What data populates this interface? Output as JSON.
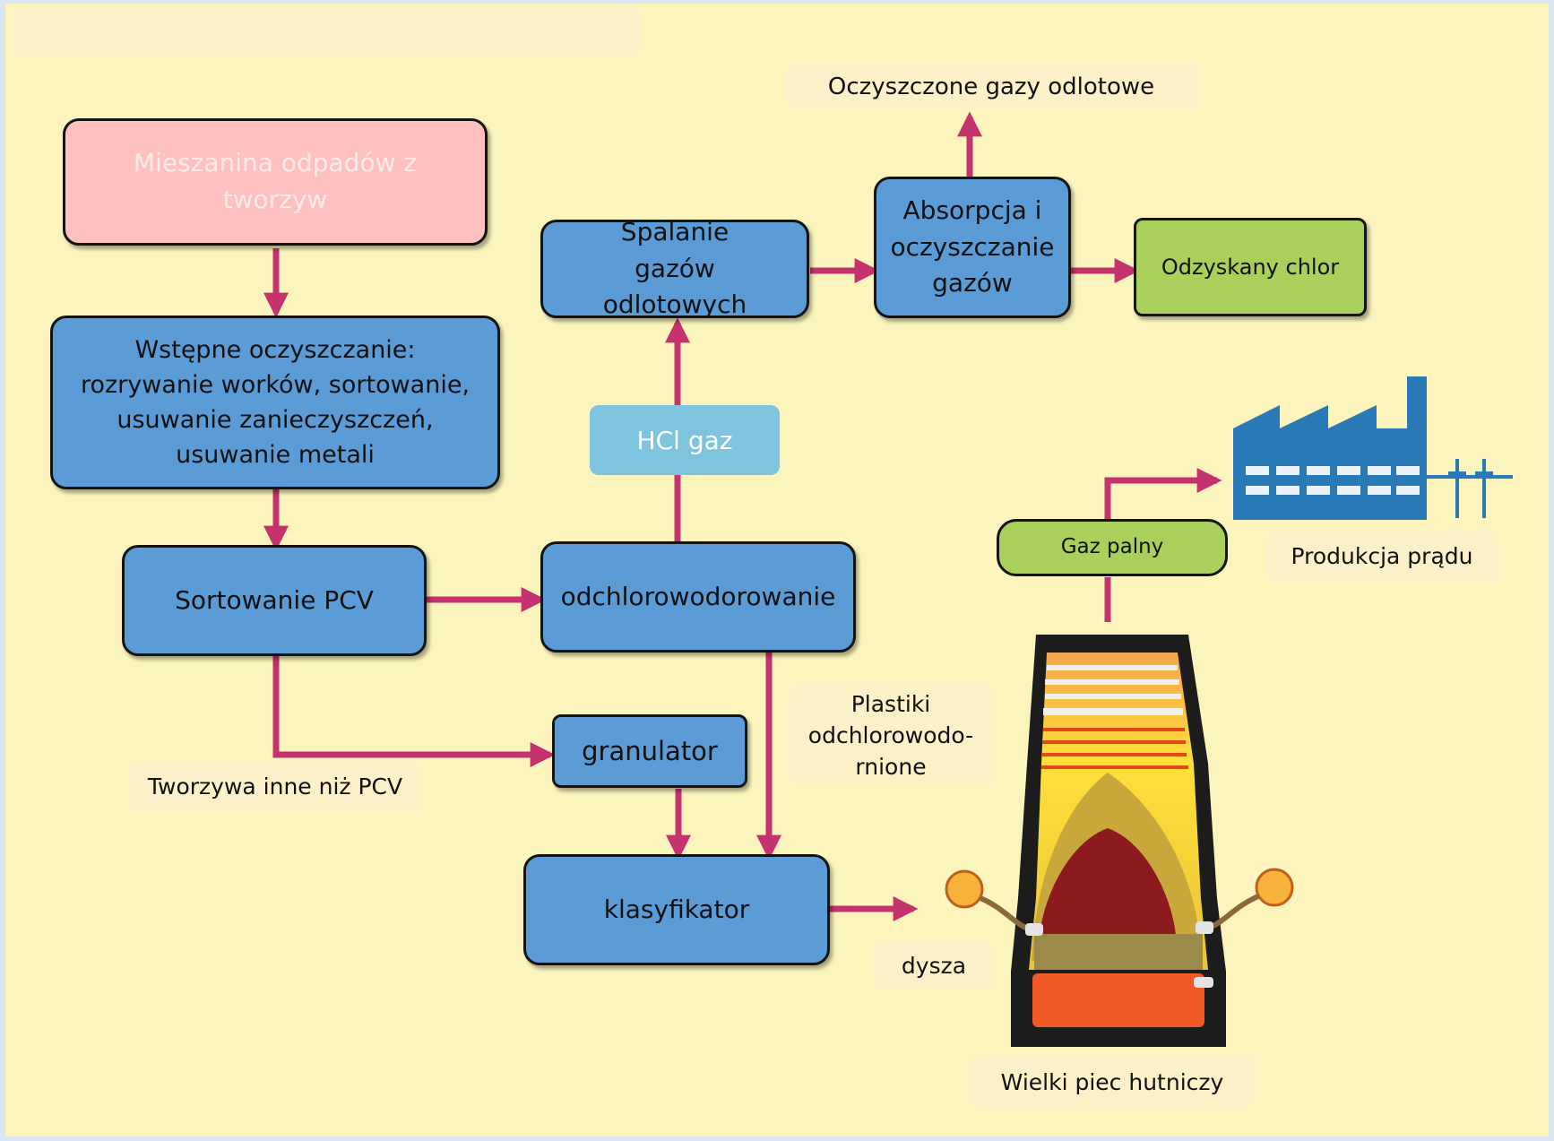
{
  "boxes": {
    "mix": "Mieszanina odpadów z tworzyw",
    "pre": "Wstępne oczyszczanie: rozrywanie worków, sortowanie, usuwanie zanieczyszczeń, usuwanie metali",
    "sortpcv": "Sortowanie PCV",
    "dechlor": "odchlorowodorowanie",
    "granulator": "granulator",
    "classifier": "klasyfikator",
    "burn": "Spalanie gazów odlotowych",
    "absorb": "Absorpcja i oczyszczanie gazów",
    "chlorine": "Odzyskany chlor",
    "fuelgas": "Gaz palny"
  },
  "labels": {
    "hcl": "HCl gaz",
    "cleaned": "Oczyszczone gazy odlotowe",
    "other": "Tworzywa inne niż PCV",
    "plastics": "Plastiki odchlorowodo- rnione",
    "nozzle": "dysza",
    "power": "Produkcja prądu",
    "furnace": "Wielki piec hutniczy"
  },
  "colors": {
    "arrow": "#c4336e",
    "process_box": "#5b9bd6",
    "input_box": "#ffc0c0",
    "output_box": "#a8d05a",
    "background": "#fbf5bd"
  },
  "icons": {
    "factory": "factory-icon",
    "furnace": "blast-furnace-illustration"
  }
}
